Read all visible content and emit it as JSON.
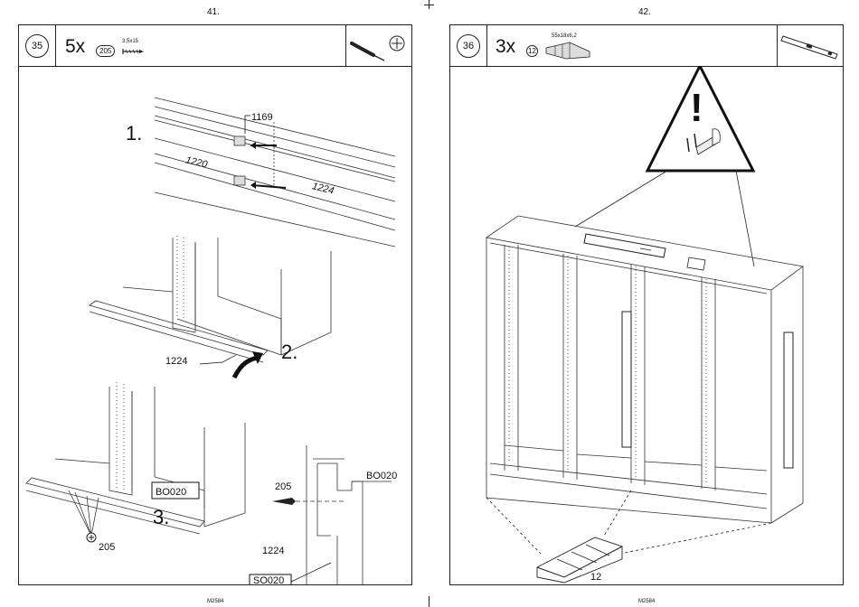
{
  "left_page": {
    "page_number": "41.",
    "step_number": "35",
    "quantity": "5x",
    "part_id": "205",
    "part_spec": "3,5x15",
    "footer": "M2584",
    "sub_steps": [
      "1.",
      "2.",
      "3."
    ],
    "labels": {
      "rail_top": "1169",
      "rail_left": "1220",
      "rail_right": "1224",
      "rail_step2": "1224",
      "panel_code_a": "BO020",
      "screw_a": "205",
      "detail_screw": "205",
      "detail_bo": "BO020",
      "detail_rail": "1224",
      "detail_so": "SO020"
    }
  },
  "right_page": {
    "page_number": "42.",
    "step_number": "36",
    "quantity": "3x",
    "part_id": "12",
    "part_spec": "55x18x6,2",
    "footer": "M2584",
    "labels": {
      "wedge_label": "12",
      "warning_mark": "!"
    }
  }
}
